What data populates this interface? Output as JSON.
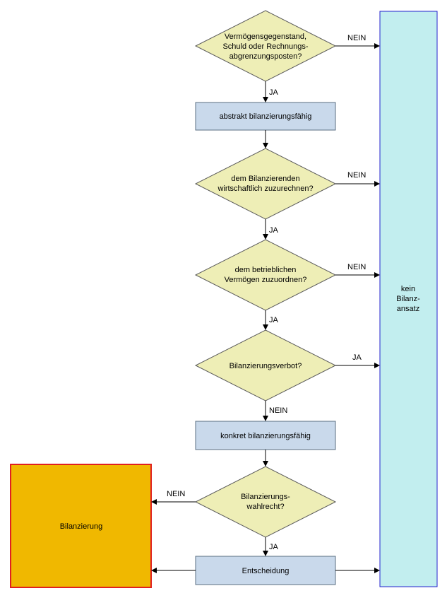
{
  "colors": {
    "decision_fill": "#eeeeb6",
    "decision_stroke": "#666666",
    "process_fill": "#c9d9eb",
    "process_stroke": "#5a6e82",
    "no_recognition_fill": "#c2eeef",
    "no_recognition_stroke": "#2222cc",
    "recognition_fill": "#f0b800",
    "recognition_stroke": "#e02020",
    "line": "#000000",
    "text": "#000000"
  },
  "nodes": {
    "decision_asset": {
      "lines": [
        "Vermögensgegenstand,",
        "Schuld oder Rechnungs-",
        "abgrenzungsposten?"
      ]
    },
    "box_abstract": {
      "label": "abstrakt bilanzierungsfähig"
    },
    "decision_attributable": {
      "lines": [
        "dem Bilanzierenden",
        "wirtschaftlich zuzurechnen?"
      ]
    },
    "decision_business_assets": {
      "lines": [
        "dem betrieblichen",
        "Vermögen zuzuordnen?"
      ]
    },
    "decision_prohibition": {
      "lines": [
        "Bilanzierungsverbot?"
      ]
    },
    "box_concrete": {
      "label": "konkret bilanzierungsfähig"
    },
    "decision_option": {
      "lines": [
        "Bilanzierungs-",
        "wahlrecht?"
      ]
    },
    "box_decision": {
      "label": "Entscheidung"
    },
    "no_recognition": {
      "lines": [
        "kein",
        "Bilanz-",
        "ansatz"
      ]
    },
    "recognition": {
      "label": "Bilanzierung"
    }
  },
  "edge_labels": {
    "asset_no": "NEIN",
    "asset_yes": "JA",
    "attributable_no": "NEIN",
    "attributable_yes": "JA",
    "business_no": "NEIN",
    "business_yes": "JA",
    "prohibition_yes": "JA",
    "prohibition_no": "NEIN",
    "option_no": "NEIN",
    "option_yes": "JA"
  }
}
